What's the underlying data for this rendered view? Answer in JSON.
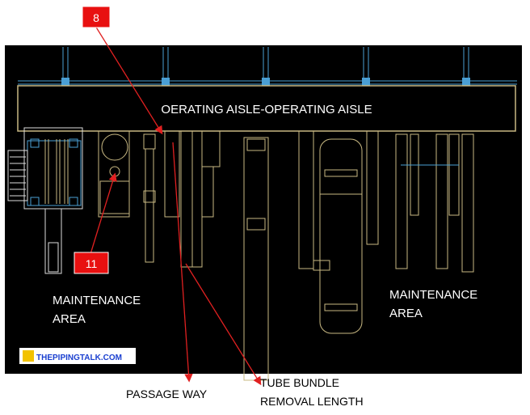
{
  "aisle": {
    "label": "OERATING AISLE-OPERATING AISLE"
  },
  "callouts": [
    {
      "id": "callout-8",
      "number": "8"
    },
    {
      "id": "callout-11",
      "number": "11"
    }
  ],
  "areas": {
    "left": {
      "line1": "MAINTENANCE",
      "line2": "AREA"
    },
    "right": {
      "line1": "MAINTENANCE",
      "line2": "AREA"
    }
  },
  "annotations": {
    "passage_way": "PASSAGE WAY",
    "tube_bundle": {
      "line1": "TUBE BUNDLE",
      "line2": "REMOVAL LENGTH"
    }
  },
  "watermark": {
    "text": "THEPIPINGTALK.COM"
  },
  "colors": {
    "background": "#000000",
    "equipment": "#c8b882",
    "piping": "#4a9fd4",
    "leader": "#e02020",
    "callout_fill": "#e81010",
    "text": "#ffffff"
  }
}
